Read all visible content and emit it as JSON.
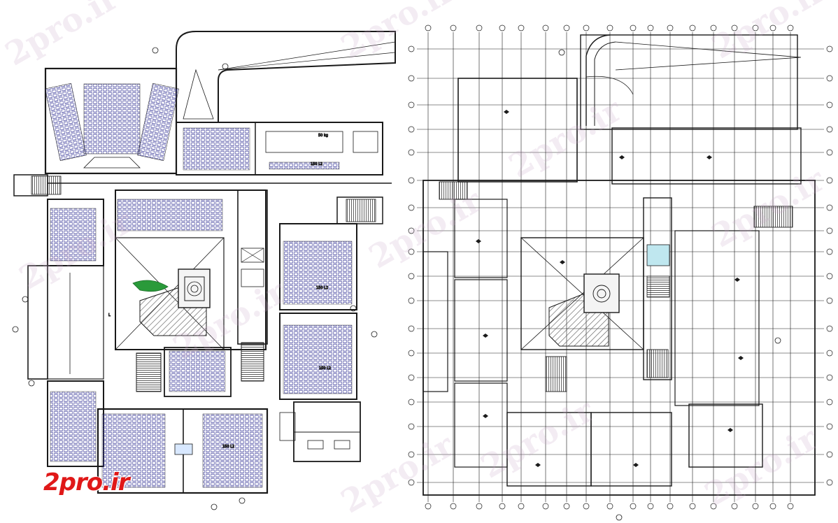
{
  "watermark": {
    "text": "2pro.ir"
  },
  "logo": {
    "text": "2pro.ir",
    "color": "#e01818"
  },
  "colors": {
    "line": "#1a1a1a",
    "seat": "#3b3b9a",
    "tint": "#d8b8e8",
    "green": "#2a9a3a",
    "tile": "#bbbbbb"
  },
  "left_plan": {
    "labels": [
      "150 L2",
      "150 L2",
      "150 L2",
      "150 L2",
      "50 kg",
      "L"
    ]
  },
  "right_plan": {
    "labels": []
  }
}
